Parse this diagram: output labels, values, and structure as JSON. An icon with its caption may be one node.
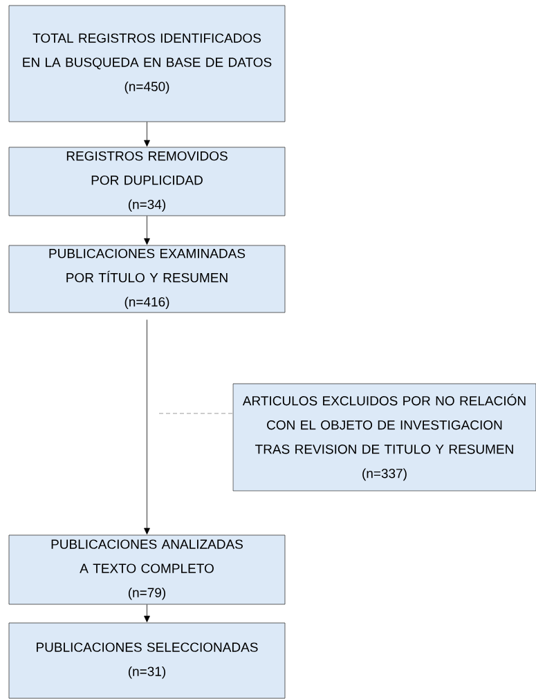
{
  "diagram": {
    "nodes": [
      {
        "text": [
          "TOTAL REGISTROS IDENTIFICADOS EN LA BUSQUEDA EN BASE DE DATOS",
          "(n=450)"
        ]
      },
      {
        "text": [
          "REGISTROS REMOVIDOS POR DUPLICIDAD",
          "(n=34)"
        ]
      },
      {
        "text": [
          "PUBLICACIONES EXAMINADAS POR TÍTULO Y RESUMEN",
          "(n=416)"
        ]
      },
      {
        "text": [
          "ARTICULOS EXCLUIDOS POR NO RELACIÓN CON EL OBJETO DE INVESTIGACION TRAS REVISION DE TITULO Y RESUMEN",
          "(n=337)"
        ]
      },
      {
        "text": [
          "PUBLICACIONES ANALIZADAS A TEXTO COMPLETO",
          "(n=79)"
        ]
      },
      {
        "text": [
          "PUBLICACIONES SELECCIONADAS",
          "(n=31)"
        ]
      }
    ],
    "edges": [
      {
        "from": 0,
        "to": 1,
        "arrow": "to"
      },
      {
        "from": 1,
        "to": 2,
        "arrow": "to"
      },
      {
        "from": 2,
        "to": 4,
        "arrow": "to"
      },
      {
        "from": null,
        "to": 3,
        "arrow": "none",
        "style": "dashed"
      },
      {
        "from": 4,
        "to": 5,
        "arrow": "to"
      }
    ]
  }
}
